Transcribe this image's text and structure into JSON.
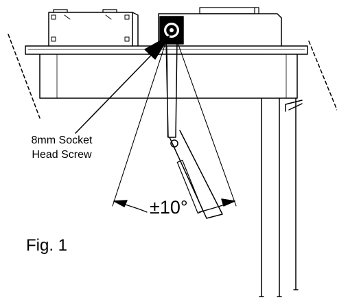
{
  "diagram": {
    "callout_line1": "8mm Socket",
    "callout_line2": "Head Screw",
    "angle_label": "±10°",
    "figure_caption": "Fig. 1"
  },
  "colors": {
    "ink": "#000000",
    "paper": "#ffffff"
  },
  "icons": [
    "socket-head-screw-icon",
    "arrow-icon"
  ]
}
